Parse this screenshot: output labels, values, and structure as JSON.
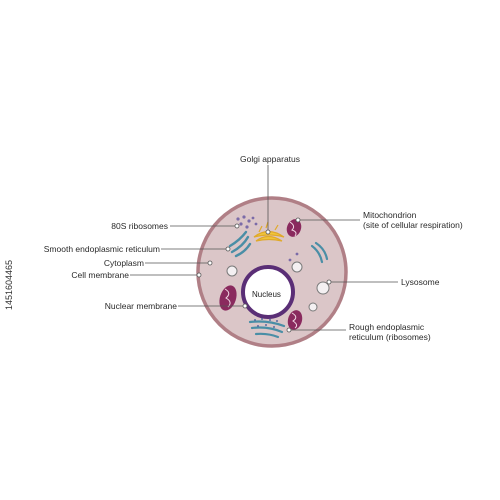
{
  "diagram": {
    "labels": {
      "golgi": "Golgi apparatus",
      "ribosomes80s": "80S ribosomes",
      "smooth_er": "Smooth endoplasmic reticulum",
      "cytoplasm": "Cytoplasm",
      "cell_membrane": "Cell membrane",
      "nuclear_membrane": "Nuclear membrane",
      "nucleus": "Nucleus",
      "mito_line1": "Mitochondrion",
      "mito_line2": "(site of cellular respiration)",
      "lysosome": "Lysosome",
      "rough_er_line1": "Rough endoplasmic",
      "rough_er_line2": "reticulum (ribosomes)"
    },
    "colors": {
      "cell_fill": "#dbc6c8",
      "cell_membrane": "#b07f86",
      "nucleus_ring": "#5a2e76",
      "mitochondria": "#8a2a5e",
      "golgi": "#f0c53a",
      "er": "#4a8ea6",
      "ribosomes": "#7b6ba8",
      "leader_line": "#555555"
    }
  },
  "watermark": {
    "stock_id": "1451604465"
  }
}
